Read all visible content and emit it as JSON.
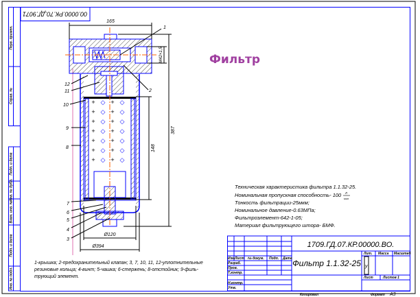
{
  "drawing": {
    "title": "Фильтр",
    "stamp_code_rotated": "00.0000.РК.70.ДГ.9071",
    "dimensions": {
      "width": "165",
      "height": "387",
      "element_height": "148",
      "thread": "М42×1,5",
      "inner_diameter": "Ø120",
      "outer_diameter": "Ø394"
    },
    "callouts": [
      "1",
      "2",
      "3",
      "4",
      "5",
      "6",
      "7",
      "8",
      "9",
      "10",
      "11",
      "12"
    ],
    "specs": [
      "Техническая характеристика фильтра 1.1.32-25.",
      "Номинальная пропускная способность- 100",
      "Тонкость фильтрации-25мкм;",
      "Номинальное давление-0.63МПа;",
      "Фильтроэлемент-642-1-05;",
      "Материал фильтрующего штора- БМФ."
    ],
    "flow_unit_num": "л",
    "flow_unit_den": "мин",
    "legend_lines": [
      "1-крышка; 2-предохранительный клапан; 3, 7, 10, 11, 12-уплотнительные",
      "резиновые кольца; 4-винт; 5-чашка; 6-стержень; 8-отстойник; 9-филь-",
      "трующий элемент."
    ]
  },
  "side_strip": [
    "Перв. примен.",
    "Справ. №",
    "Подп. и дата",
    "Инв. № дубл.",
    "Взам. инв. №",
    "Подп. и дата",
    "Инв. № подл."
  ],
  "title_block": {
    "doc_code": "1709.ГД.07.КР.00000.ВО.",
    "name": "Фильтр 1.1.32-25",
    "col_headers": [
      "Изм.",
      "Лист",
      "№ докум.",
      "Подп.",
      "Дата"
    ],
    "roles": [
      "Разраб.",
      "Пров.",
      "Т.контр.",
      "Н.контр.",
      "Утв."
    ],
    "lit": "Лит.",
    "mass": "Масса",
    "scale": "Масштаб",
    "lit_value": "у",
    "sheet": "Лист",
    "sheets": "Листов 1",
    "copied": "Копировал",
    "format": "Формат",
    "format_value": "A3"
  }
}
